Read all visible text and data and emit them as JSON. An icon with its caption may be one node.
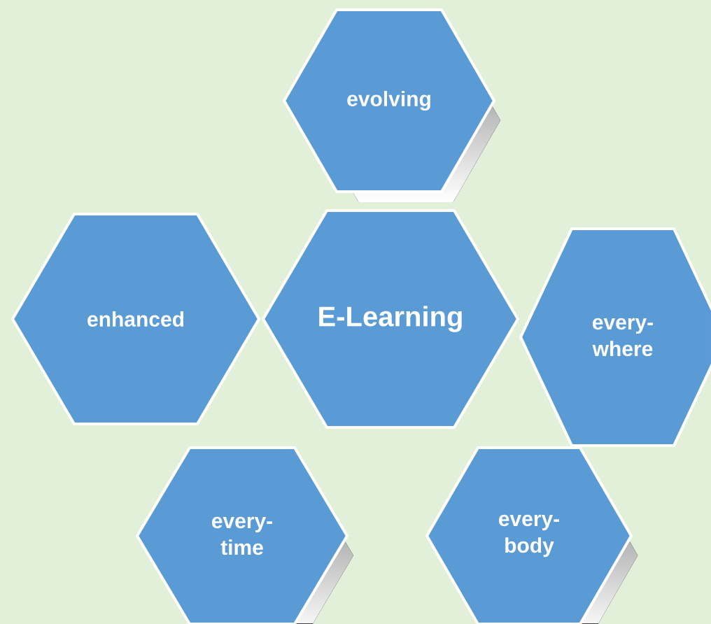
{
  "diagram": {
    "nodes": [
      {
        "text": [
          "evolving"
        ]
      },
      {
        "text": [
          "enhanced"
        ]
      },
      {
        "text": [
          "E-Learning"
        ]
      },
      {
        "text": [
          "every-where"
        ]
      },
      {
        "text": [
          "every-time"
        ]
      },
      {
        "text": [
          "every-body"
        ]
      }
    ]
  }
}
